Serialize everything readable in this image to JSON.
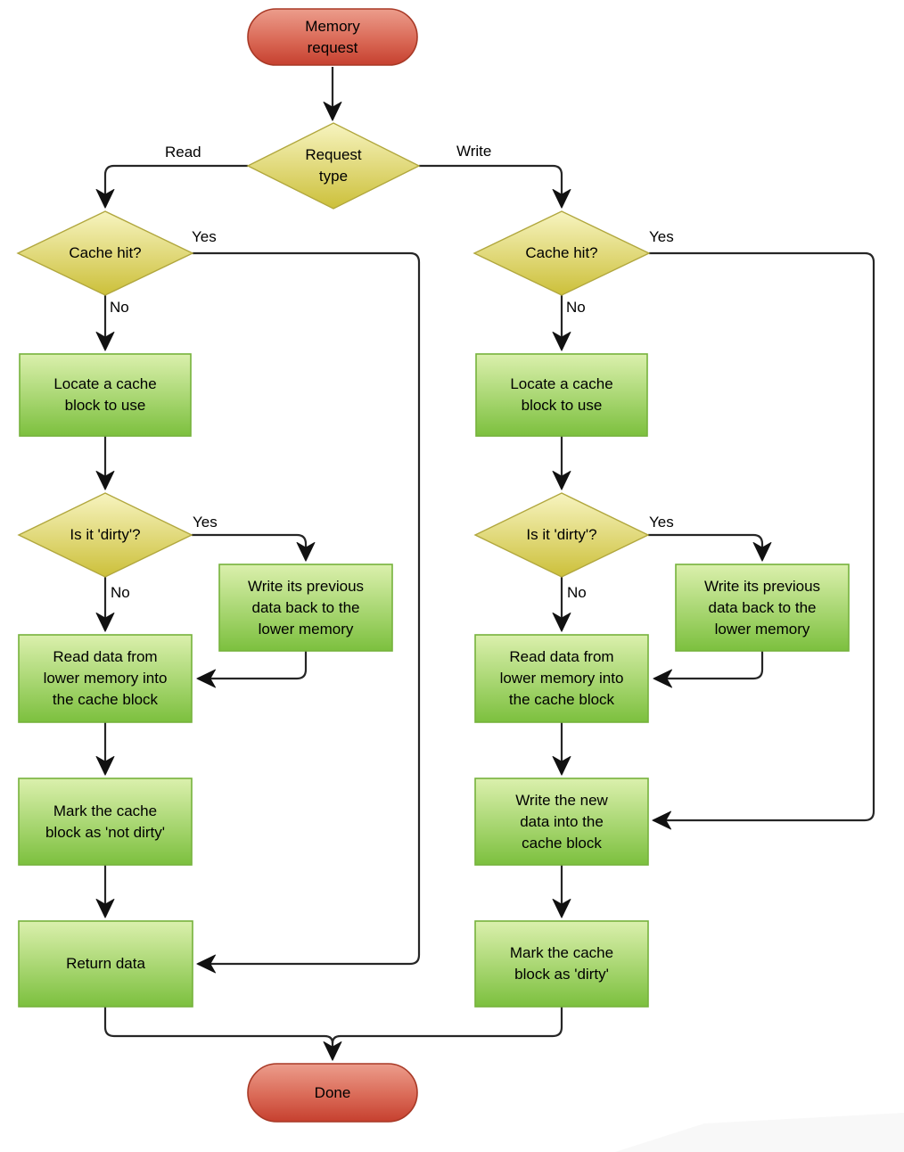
{
  "nodes": {
    "memory_request": "Memory\nrequest",
    "request_type": "Request\ntype",
    "cache_hit_read": "Cache hit?",
    "cache_hit_write": "Cache hit?",
    "locate_block_read": "Locate a cache\nblock to use",
    "locate_block_write": "Locate a cache\nblock to use",
    "is_dirty_read": "Is it 'dirty'?",
    "is_dirty_write": "Is it 'dirty'?",
    "write_back_read": "Write its previous\ndata back to the\nlower memory",
    "write_back_write": "Write its previous\ndata back to the\nlower memory",
    "read_lower_read": "Read data from\nlower memory into\nthe cache block",
    "read_lower_write": "Read data from\nlower memory into\nthe cache block",
    "mark_not_dirty": "Mark the cache\nblock as 'not dirty'",
    "write_new_data": "Write the new\ndata into the\ncache block",
    "return_data": "Return data",
    "mark_dirty": "Mark the cache\nblock as 'dirty'",
    "done": "Done"
  },
  "edge_labels": {
    "read": "Read",
    "write": "Write",
    "cache_hit_read_yes": "Yes",
    "cache_hit_read_no": "No",
    "cache_hit_write_yes": "Yes",
    "cache_hit_write_no": "No",
    "is_dirty_read_yes": "Yes",
    "is_dirty_read_no": "No",
    "is_dirty_write_yes": "Yes",
    "is_dirty_write_no": "No"
  },
  "colors": {
    "terminator_fill_top": "#eb9c8b",
    "terminator_fill_bottom": "#c8402f",
    "terminator_border": "#a83926",
    "process_fill_top": "#daf0ab",
    "process_fill_bottom": "#7cc03e",
    "process_border": "#76b23c",
    "decision_fill_top": "#f6f3bc",
    "decision_fill_bottom": "#cdc13b",
    "decision_border": "#b1a73e",
    "connector": "#262626"
  }
}
